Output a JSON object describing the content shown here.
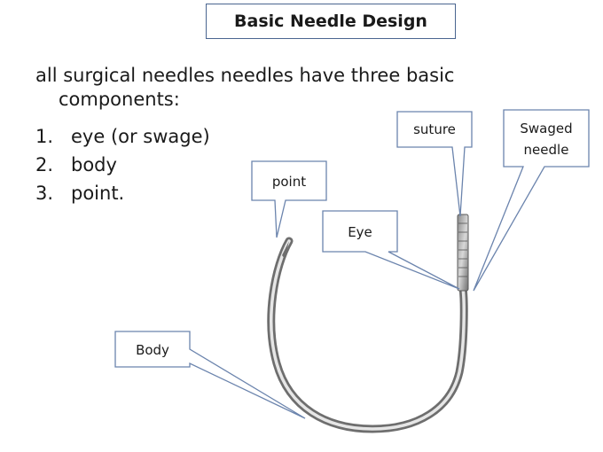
{
  "title": "Basic Needle Design",
  "intro": {
    "line1": "all surgical needles needles have three basic",
    "line2": "components:"
  },
  "components": [
    {
      "num": "1.",
      "text": "eye (or swage)"
    },
    {
      "num": "2.",
      "text": "body"
    },
    {
      "num": "3.",
      "text": "point."
    }
  ],
  "labels": {
    "point": "point",
    "eye": "Eye",
    "suture": "suture",
    "swaged_line1": "Swaged",
    "swaged_line2": "needle",
    "body": "Body"
  },
  "colors": {
    "callout_border": "#6b84ad",
    "needle_dark": "#6e6e6e",
    "needle_light": "#e2e2e2"
  }
}
